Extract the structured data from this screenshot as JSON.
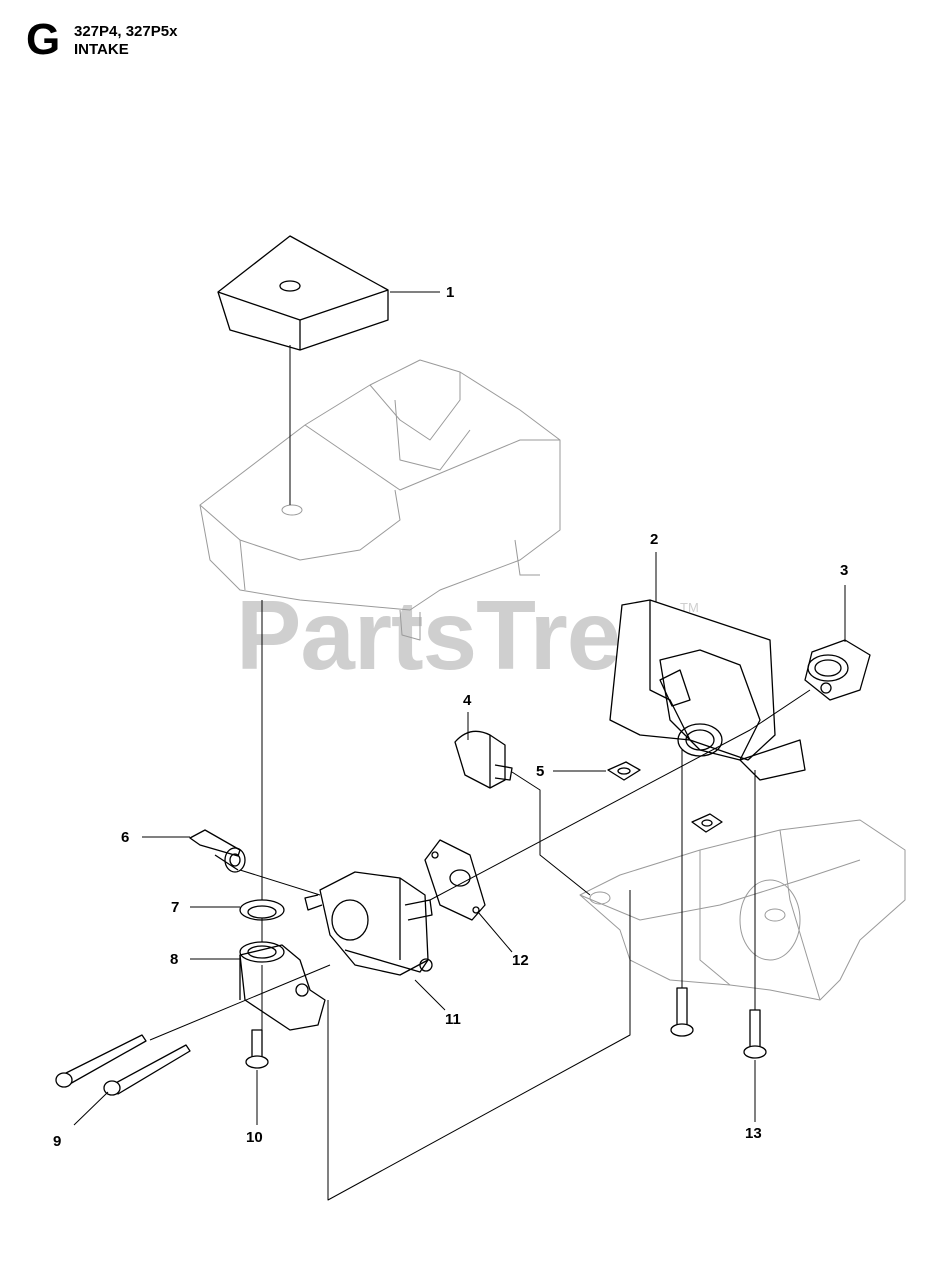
{
  "header": {
    "section_letter": "G",
    "models": "327P4, 327P5x",
    "title": "INTAKE"
  },
  "watermark": {
    "brand": "PartsTree",
    "trademark": "TM"
  },
  "callouts": [
    "1",
    "2",
    "3",
    "4",
    "5",
    "6",
    "7",
    "8",
    "9",
    "10",
    "11",
    "12",
    "13"
  ]
}
